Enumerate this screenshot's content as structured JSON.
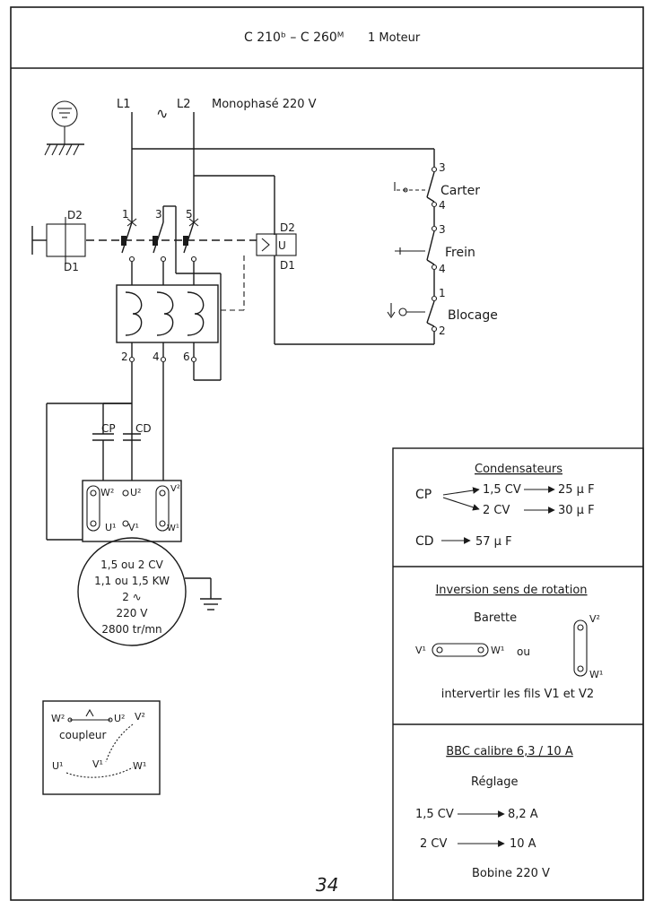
{
  "header": {
    "model": "C 210ᵇ – C 260ᴹ",
    "motor_count": "1 Moteur"
  },
  "supply": {
    "l1": "L1",
    "l2": "L2",
    "ac_symbol": "∿",
    "label": "Monophasé 220 V"
  },
  "switch": {
    "d2": "D2",
    "d1": "D1",
    "pole_1": "1",
    "pole_3": "3",
    "pole_5": "5",
    "out_2": "2",
    "out_4": "4",
    "out_6": "6",
    "coil_label": "U",
    "coil_d2": "D2",
    "coil_d1": "D1"
  },
  "safety": {
    "carter": "Carter",
    "frein": "Frein",
    "blocage": "Blocage",
    "t3a": "3",
    "t4a": "4",
    "t3b": "3",
    "t4b": "4",
    "t1": "1",
    "t2": "2"
  },
  "capacitors": {
    "cp": "CP",
    "cd": "CD"
  },
  "terminal": {
    "w2": "W²",
    "u2": "U²",
    "v2": "V²",
    "u1": "U¹",
    "v1": "V¹",
    "w1": "W¹"
  },
  "motor": {
    "power_cv": "1,5 ou 2 CV",
    "power_kw": "1,1 ou 1,5 KW",
    "phase": "2 ∿",
    "voltage": "220 V",
    "speed": "2800 tr/mn"
  },
  "coupler": {
    "w2": "W²",
    "u2": "U²",
    "v2": "V²",
    "u1": "U¹",
    "v1": "V¹",
    "w1": "W¹",
    "label": "coupleur"
  },
  "panel_condensateurs": {
    "title": "Condensateurs",
    "cp": "CP",
    "cp_row1_cv": "1,5  CV",
    "cp_row1_value": "25 µ F",
    "cp_row2_cv": "2  CV",
    "cp_row2_value": "30 µ F",
    "cd": "CD",
    "cd_value": "57  µ F"
  },
  "panel_inversion": {
    "title": "Inversion  sens  de  rotation",
    "barette": "Barette",
    "v1": "V¹",
    "w1": "W¹",
    "ou": "ou",
    "v2": "V²",
    "w1b": "W¹",
    "note": "intervertir  les fils  V1 et  V2"
  },
  "panel_bbc": {
    "title": "BBC   calibre  6,3 / 10 A",
    "reglage": "Réglage",
    "row1_cv": "1,5  CV",
    "row1_a": "8,2  A",
    "row2_cv": "2  CV",
    "row2_a": "10  A",
    "bobine": "Bobine  220 V"
  },
  "page_number": "34"
}
